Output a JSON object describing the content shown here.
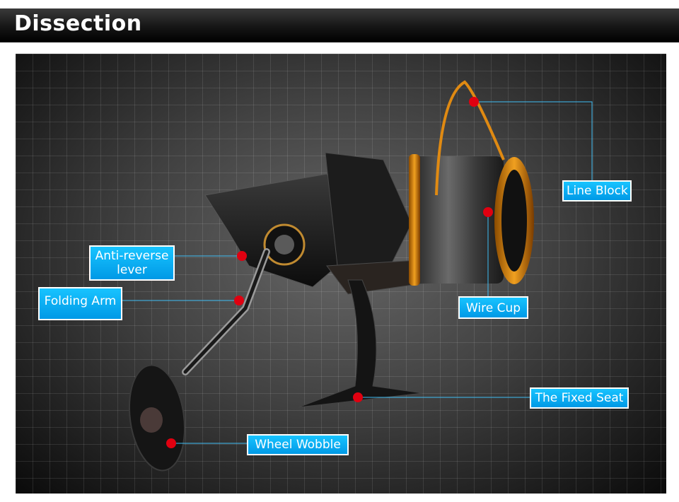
{
  "header": {
    "title": "Dissection"
  },
  "labels": {
    "line_block": "Line Block",
    "anti_reverse_line1": "Anti-reverse",
    "anti_reverse_line2": "lever",
    "folding_arm": "Folding Arm",
    "wire_cup": "Wire Cup",
    "fixed_seat": "The Fixed Seat",
    "wheel_wobble": "Wheel Wobble"
  },
  "colors": {
    "label_fill": "#0aa8f0",
    "leader_line": "#3fbef5",
    "marker_dot": "#e00010",
    "accent_gold": "#e08a12"
  },
  "image": {
    "subject": "spinning-fishing-reel"
  }
}
